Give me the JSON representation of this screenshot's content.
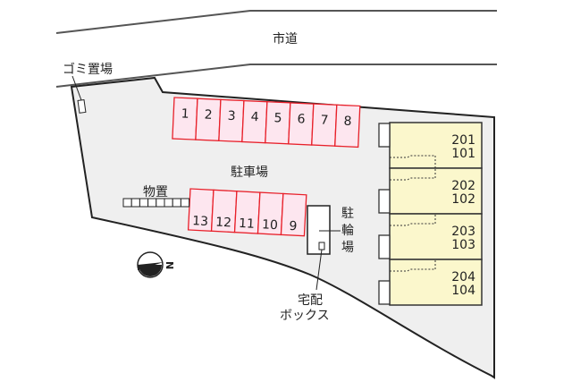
{
  "road": {
    "label": "市道"
  },
  "labels": {
    "garbage": "ゴミ置場",
    "parking": "駐車場",
    "storage": "物置",
    "bike_parking": [
      "駐",
      "輪",
      "場"
    ],
    "delivery_box": [
      "宅配",
      "ボックス"
    ],
    "compass_north": "N"
  },
  "parking_top": [
    "1",
    "2",
    "3",
    "4",
    "5",
    "6",
    "7",
    "8"
  ],
  "parking_bottom": [
    "13",
    "12",
    "11",
    "10",
    "9"
  ],
  "units": [
    {
      "upper": "201",
      "lower": "101"
    },
    {
      "upper": "202",
      "lower": "102"
    },
    {
      "upper": "203",
      "lower": "103"
    },
    {
      "upper": "204",
      "lower": "104"
    }
  ],
  "colors": {
    "site": "#efefef",
    "parking_fill": "#fde6ef",
    "parking_stroke": "#e8202a",
    "building": "#fbf7cc"
  }
}
